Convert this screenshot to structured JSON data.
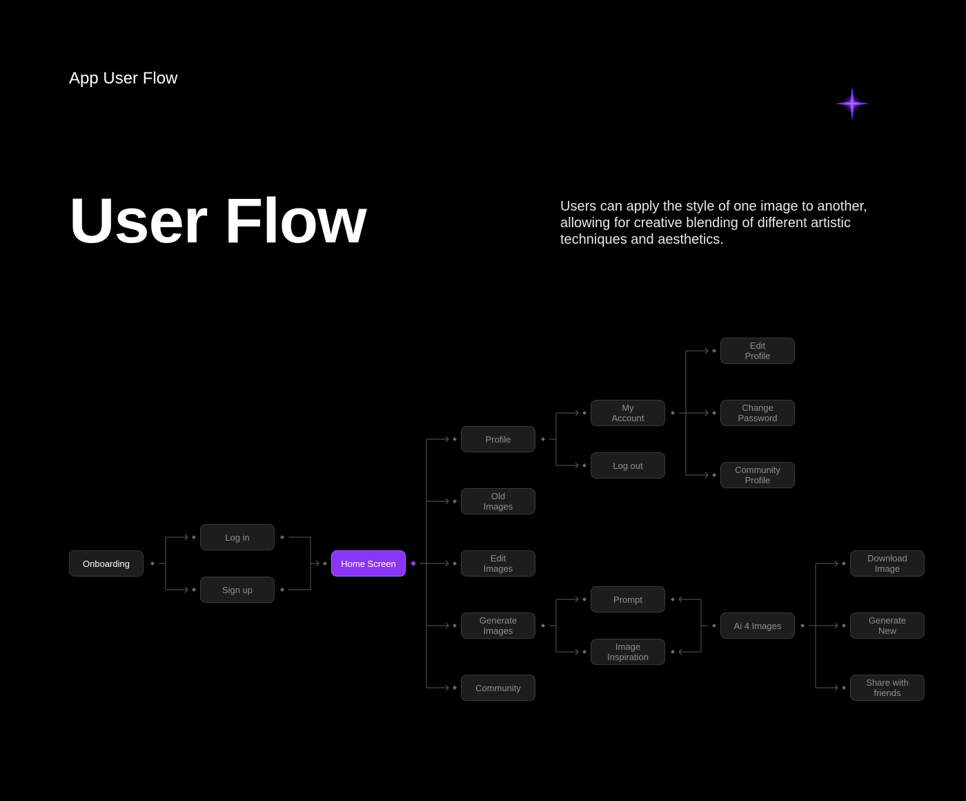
{
  "header": {
    "title": "App User Flow"
  },
  "hero": {
    "title": "User Flow",
    "description": "Users can apply the style of one image to another, allowing for creative blending of different artistic techniques and aesthetics."
  },
  "colors": {
    "background": "#000000",
    "accent": "#8a35f5",
    "node_bg": "#1d1d1d",
    "node_text": "#8f8f8f",
    "connector": "#4a4a4a"
  },
  "icons": {
    "decoration": "sparkle-icon"
  },
  "nodes": {
    "onboarding": "Onboarding",
    "login": "Log in",
    "signup": "Sign up",
    "home": "Home Screen",
    "profile": "Profile",
    "old_images": "Old\nImages",
    "edit_images": "Edit\nImages",
    "generate_images": "Generate\nImages",
    "community": "Community",
    "my_account": "My\nAccount",
    "log_out": "Log out",
    "edit_profile": "Edit\nProfile",
    "change_password": "Change\nPassword",
    "community_profile": "Community\nProfile",
    "prompt": "Prompt",
    "image_inspiration": "Image\nInspiration",
    "ai_4_images": "Ai 4 Images",
    "download_image": "Download\nImage",
    "generate_new": "Generate\nNew",
    "share_friends": "Share with\nfriends"
  }
}
